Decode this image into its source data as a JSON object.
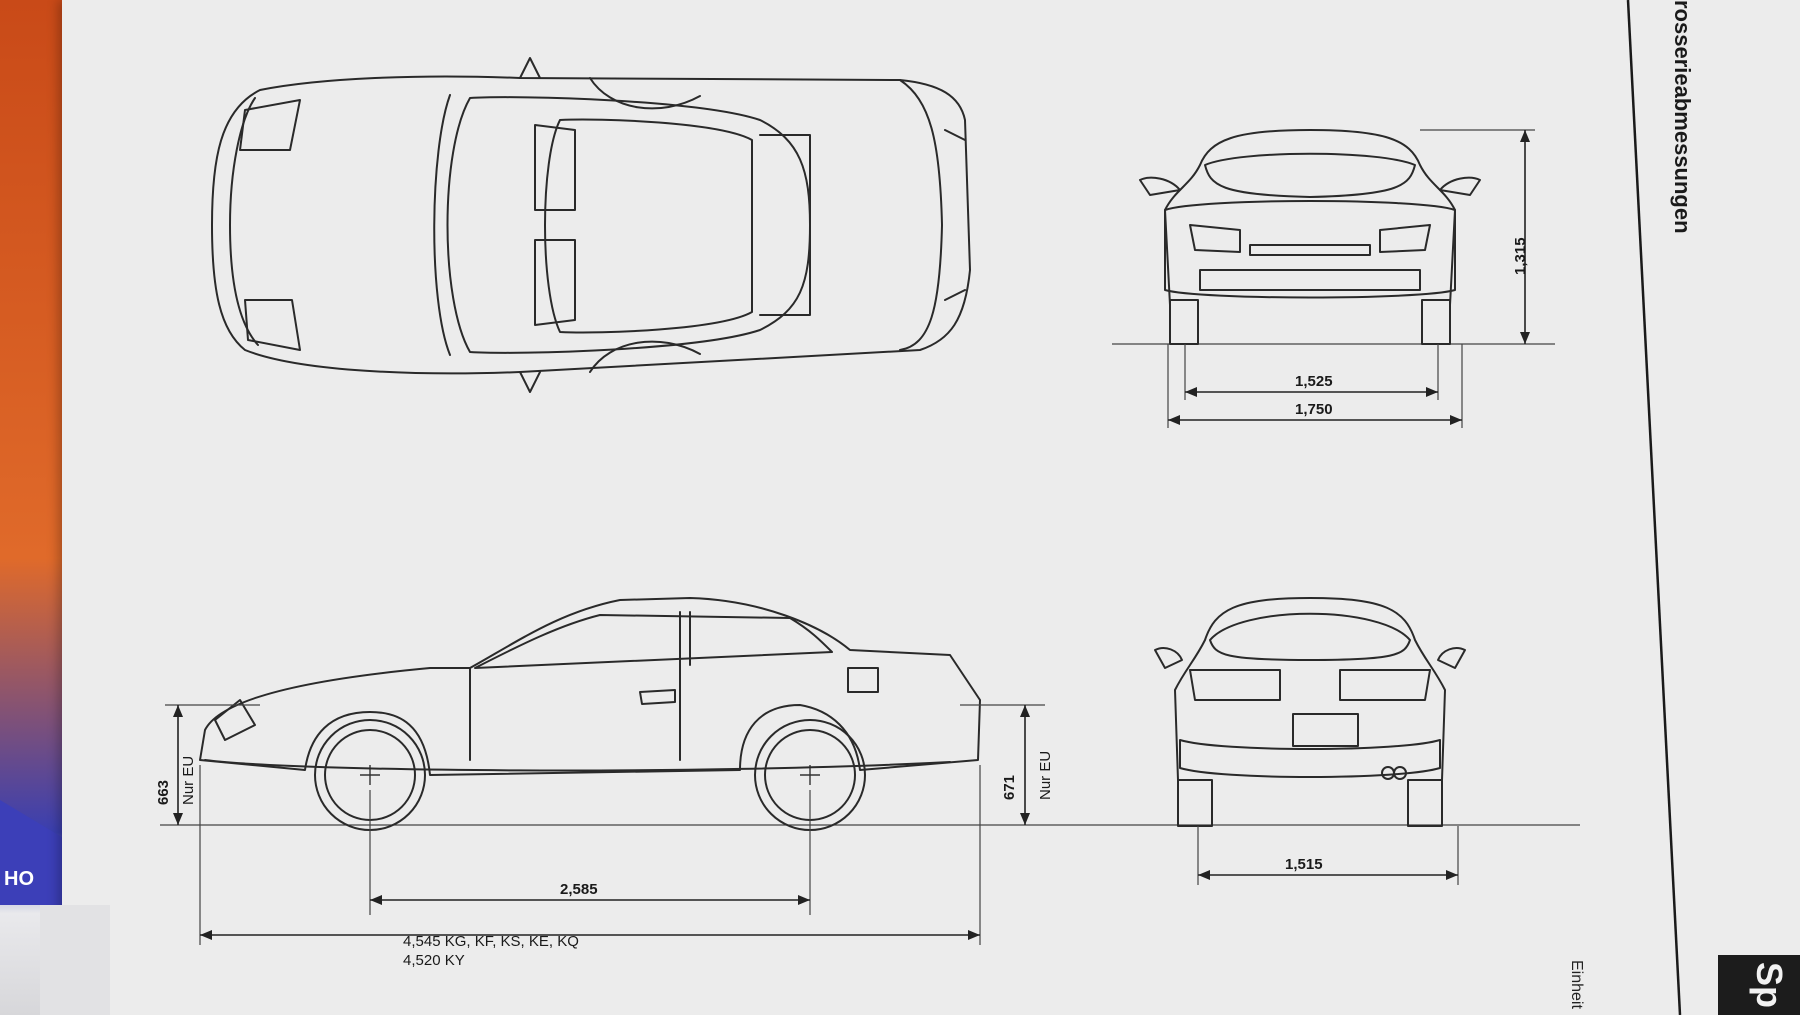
{
  "header": {
    "vertical_title": "rosserieabmessungen",
    "side_tab_text": "HO",
    "corner_tab_text": "Sp",
    "footer_note": "Einheit"
  },
  "front_view": {
    "height_label": "1,315",
    "track_label": "1,525",
    "width_label": "1,750"
  },
  "side_view": {
    "front_height_label": "663",
    "front_height_note": "Nur EU",
    "rear_height_label": "671",
    "rear_height_note": "Nur EU",
    "wheelbase_label": "2,585",
    "length_label_1": "4,545 KG, KF, KS, KE, KQ",
    "length_label_2": "4,520 KY"
  },
  "rear_view": {
    "track_label": "1,515"
  },
  "colors": {
    "paper": "#ececec",
    "ink": "#2a2a2a",
    "cover_orange": "#d8531c",
    "cover_blue": "#3c3fb8"
  }
}
